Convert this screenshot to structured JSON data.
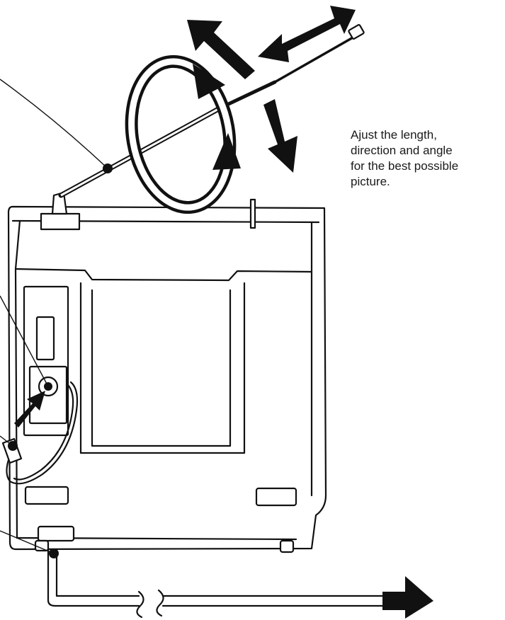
{
  "caption": {
    "lines": [
      "Ajust the length,",
      "direction and angle",
      "for the best possible",
      "picture."
    ]
  },
  "colors": {
    "ink": "#111111",
    "paper": "#ffffff"
  }
}
